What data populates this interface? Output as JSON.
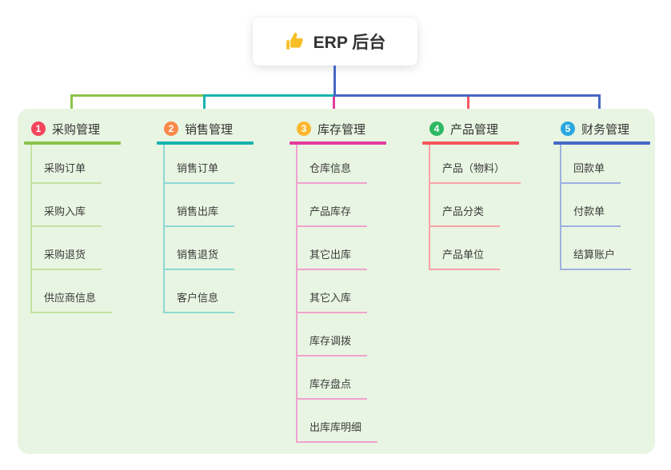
{
  "root": {
    "icon": "thumbs-up-icon",
    "icon_color": "#f6bf26",
    "title": "ERP 后台"
  },
  "branches": [
    {
      "index": "1",
      "label": "采购管理",
      "color": "#8bc34a",
      "light_color": "#c5e1a5",
      "badge_color": "#f5455c",
      "children": [
        "采购订单",
        "采购入库",
        "采购退货",
        "供应商信息"
      ]
    },
    {
      "index": "2",
      "label": "销售管理",
      "color": "#17b3ae",
      "light_color": "#8ed8d3",
      "badge_color": "#fa8a4b",
      "children": [
        "销售订单",
        "销售出库",
        "销售退货",
        "客户信息"
      ]
    },
    {
      "index": "3",
      "label": "库存管理",
      "color": "#e23c9d",
      "light_color": "#f0a2cf",
      "badge_color": "#fcb72f",
      "children": [
        "仓库信息",
        "产品库存",
        "其它出库",
        "其它入库",
        "库存调拨",
        "库存盘点",
        "出库库明细"
      ]
    },
    {
      "index": "4",
      "label": "产品管理",
      "color": "#f4555c",
      "light_color": "#f7a3a8",
      "badge_color": "#2eb863",
      "children": [
        "产品（物料）",
        "产品分类",
        "产品单位"
      ]
    },
    {
      "index": "5",
      "label": "财务管理",
      "color": "#4667c6",
      "light_color": "#9fb0e0",
      "badge_color": "#2ba7e0",
      "children": [
        "回款单",
        "付款单",
        "结算账户"
      ]
    }
  ],
  "colors": {
    "canvas_bg": "#e8f5e2",
    "root_connector": "#4667c6",
    "title_text": "#333333",
    "child_text": "#3b3b3b"
  }
}
